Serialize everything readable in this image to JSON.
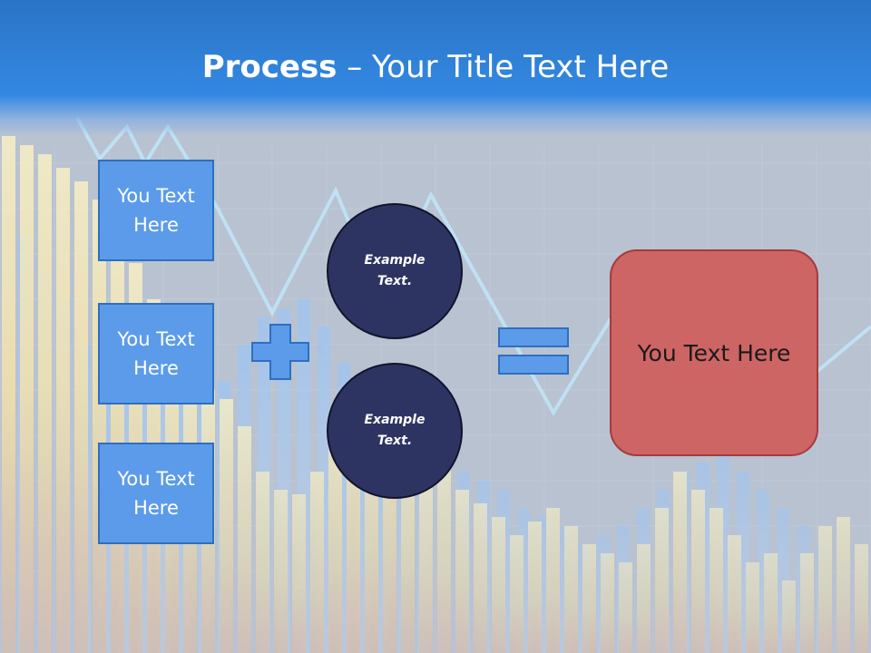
{
  "slide": {
    "title_bold": "Process",
    "title_rest": " – Your Title Text Here"
  },
  "left_boxes": [
    {
      "label": "You Text Here"
    },
    {
      "label": "You Text Here"
    },
    {
      "label": "You Text Here"
    }
  ],
  "circles": [
    {
      "label": "Example Text."
    },
    {
      "label": "Example Text."
    }
  ],
  "operators": {
    "plus": "plus-sign",
    "equals": "equals-sign"
  },
  "result": {
    "label": "You Text Here"
  },
  "colors": {
    "header": "#3388e2",
    "box_fill": "#5b9bea",
    "circle_fill": "#2e3462",
    "result_fill": "#cd6565"
  }
}
